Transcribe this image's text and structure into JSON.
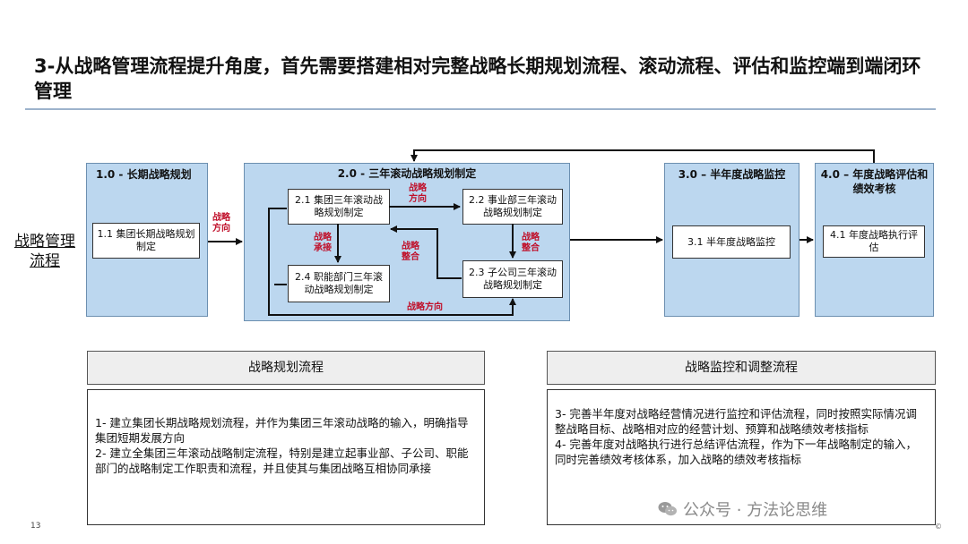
{
  "title": "3-从战略管理流程提升角度，首先需要搭建相对完整战略长期规划流程、滚动流程、评估和监控端到端闭环管理",
  "side_label": "战略管理流程",
  "stages": {
    "s1": {
      "title": "1.0 - 长期战略规划",
      "box": "1.1  集团长期战略规划制定"
    },
    "s2": {
      "title": "2.0 - 三年滚动战略规划制定",
      "box21": "2.1 集团三年滚动战略规划制定",
      "box22": "2.2 事业部三年滚动战略规划制定",
      "box23": "2.3 子公司三年滚动战略规划制定",
      "box24": "2.4 职能部门三年滚动战略规划制定"
    },
    "s3": {
      "title": "3.0 – 半年度战略监控",
      "box": "3.1 半年度战略监控"
    },
    "s4": {
      "title": "4.0 – 年度战略评估和绩效考核",
      "box": "4.1 年度战略执行评估"
    }
  },
  "arrow_labels": {
    "strategy_direction_1": "战略方向",
    "strategy_direction_2": "战略方向",
    "strategy_direction_3": "战略方向",
    "strategy_inherit": "战略承接",
    "strategy_integrate_1": "战略整合",
    "strategy_integrate_2": "战略整合"
  },
  "panels": {
    "left": {
      "heading": "战略规划流程",
      "items": [
        "1- 建立集团长期战略规划流程，并作为集团三年滚动战略的输入，明确指导集团短期发展方向",
        "2- 建立全集团三年滚动战略制定流程，特别是建立起事业部、子公司、职能部门的战略制定工作职责和流程，并且使其与集团战略互相协同承接"
      ]
    },
    "right": {
      "heading": "战略监控和调整流程",
      "items": [
        "3- 完善半年度对战略经营情况进行监控和评估流程，同时按照实际情况调整战略目标、战略相对应的经营计划、预算和战略绩效考核指标",
        "4- 完善年度对战略执行进行总结评估流程，作为下一年战略制定的输入，同时完善绩效考核体系，加入战略的绩效考核指标"
      ]
    }
  },
  "footer": {
    "page_number": "13",
    "watermark": "公众号 · 方法论思维",
    "copyright": "©"
  },
  "colors": {
    "stage_fill": "#bcd7ef",
    "accent_red": "#c0102a",
    "rule": "#9db3cc"
  }
}
